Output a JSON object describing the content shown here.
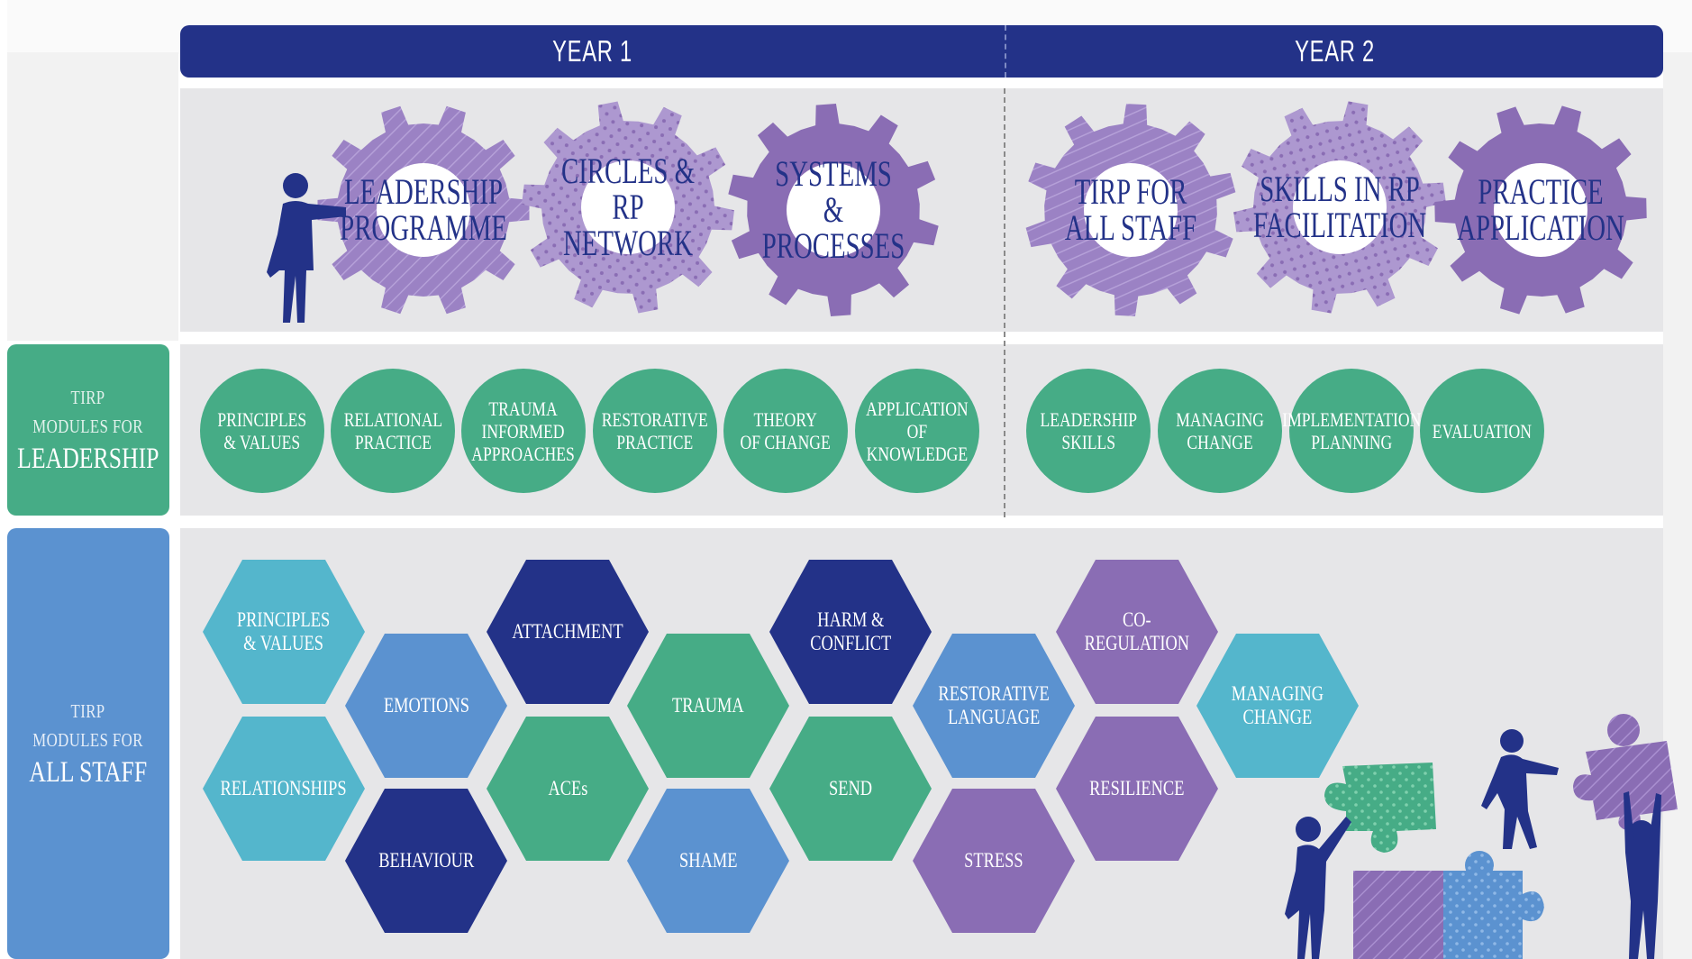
{
  "years": [
    "YEAR 1",
    "YEAR 2"
  ],
  "gears": [
    {
      "label": "LEADERSHIP\nPROGRAMME",
      "color": "#9b82c4",
      "pattern": "stripes"
    },
    {
      "label": "CIRCLES &\nRP NETWORK",
      "color": "#ad98d0",
      "pattern": "dots"
    },
    {
      "label": "SYSTEMS\n& PROCESSES",
      "color": "#8a6db4",
      "pattern": "solid"
    },
    {
      "label": "TIRP FOR\nALL STAFF",
      "color": "#9b82c4",
      "pattern": "stripes"
    },
    {
      "label": "SKILLS IN RP\nFACILITATION",
      "color": "#ad98d0",
      "pattern": "dots"
    },
    {
      "label": "PRACTICE\nAPPLICATION",
      "color": "#8a6db4",
      "pattern": "solid"
    }
  ],
  "leadership": {
    "label_small": "TIRP\nMODULES FOR",
    "label_big": "LEADERSHIP",
    "color": "#46ac86",
    "modules": [
      "PRINCIPLES\n& VALUES",
      "RELATIONAL\nPRACTICE",
      "TRAUMA\nINFORMED\nAPPROACHES",
      "RESTORATIVE\nPRACTICE",
      "THEORY\nOF CHANGE",
      "APPLICATION\nOF KNOWLEDGE",
      "LEADERSHIP\nSKILLS",
      "MANAGING\nCHANGE",
      "IMPLEMENTATION\nPLANNING",
      "EVALUATION"
    ]
  },
  "all_staff": {
    "label_small": "TIRP\nMODULES FOR",
    "label_big": "ALL STAFF",
    "color": "#5b92d0",
    "modules": [
      {
        "label": "PRINCIPLES\n& VALUES",
        "color": "#54b6cc"
      },
      {
        "label": "RELATIONSHIPS",
        "color": "#54b6cc"
      },
      {
        "label": "EMOTIONS",
        "color": "#5b92d0"
      },
      {
        "label": "BEHAVIOUR",
        "color": "#233288"
      },
      {
        "label": "ATTACHMENT",
        "color": "#233288"
      },
      {
        "label": "ACEs",
        "color": "#46ac86"
      },
      {
        "label": "TRAUMA",
        "color": "#46ac86"
      },
      {
        "label": "SHAME",
        "color": "#5b92d0"
      },
      {
        "label": "HARM &\nCONFLICT",
        "color": "#233288"
      },
      {
        "label": "SEND",
        "color": "#46ac86"
      },
      {
        "label": "RESTORATIVE\nLANGUAGE",
        "color": "#5b92d0"
      },
      {
        "label": "STRESS",
        "color": "#8a6db4"
      },
      {
        "label": "CO-\nREGULATION",
        "color": "#8a6db4"
      },
      {
        "label": "RESILIENCE",
        "color": "#8a6db4"
      },
      {
        "label": "MANAGING\nCHANGE",
        "color": "#54b6cc"
      }
    ]
  },
  "colors": {
    "navy": "#233288",
    "panel": "#e6e6e8",
    "purple": "#8a6db4",
    "green": "#46ac86",
    "blue": "#5b92d0",
    "teal": "#54b6cc"
  },
  "illustrations": [
    "person-pointing-icon",
    "people-building-puzzle-icon"
  ]
}
